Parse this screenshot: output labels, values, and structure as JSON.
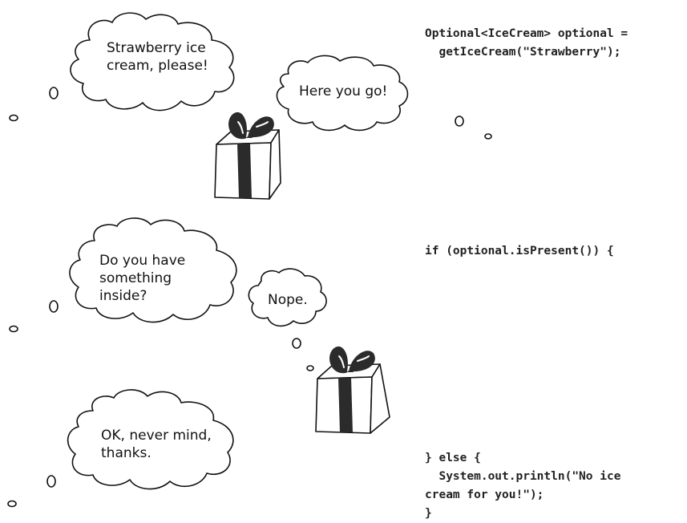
{
  "scenes": [
    {
      "customer_line": "Strawberry ice\ncream, please!",
      "box_line": "Here you go!",
      "code": "Optional<IceCream> optional =\n  getIceCream(\"Strawberry\");"
    },
    {
      "customer_line": "Do you have\nsomething\ninside?",
      "box_line": "Nope.",
      "code": "if (optional.isPresent()) {"
    },
    {
      "customer_line": "OK, never mind,\nthanks.",
      "code": "} else {\n  System.out.println(\"No ice\ncream for you!\");\n}"
    }
  ],
  "colors": {
    "ink": "#111111",
    "ribbon": "#2b2b2b",
    "code": "#222222"
  },
  "icons": [
    "thought-bubble-icon",
    "gift-box-icon"
  ]
}
